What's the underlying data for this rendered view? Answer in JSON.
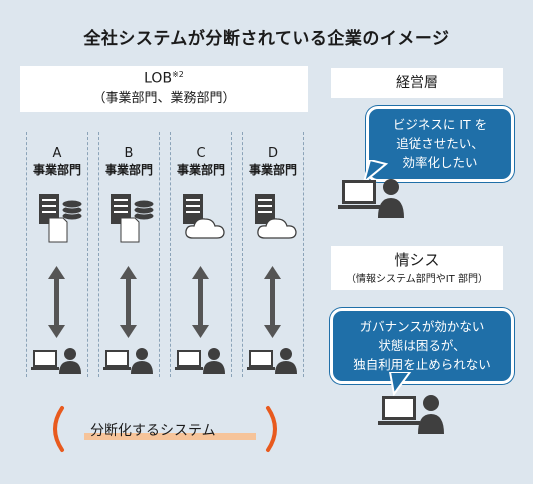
{
  "title": "全社システムが分断されている企業のイメージ",
  "lob": {
    "label": "LOB",
    "note_mark": "※2",
    "subtitle": "（事業部門、業務部門）"
  },
  "columns": [
    {
      "letter": "A",
      "name": "事業部門",
      "system": "server-database"
    },
    {
      "letter": "B",
      "name": "事業部門",
      "system": "server-database"
    },
    {
      "letter": "C",
      "name": "事業部門",
      "system": "server-cloud"
    },
    {
      "letter": "D",
      "name": "事業部門",
      "system": "server-cloud"
    }
  ],
  "management": {
    "label": "経営層",
    "bubble_lines": [
      "ビジネスに IT を",
      "追従させたい、",
      "効率化したい"
    ]
  },
  "it_dept": {
    "label": "情シス",
    "sublabel": "（情報システム部門やIT 部門）",
    "bubble_lines": [
      "ガバナンスが効かない",
      "状態は困るが、",
      "独自利用を止められない"
    ]
  },
  "footer": {
    "label": "分断化するシステム"
  },
  "colors": {
    "background": "#dde6ee",
    "bubble": "#1f6fa8",
    "bracket": "#e85a1e",
    "underline": "#f6c49a",
    "icon_dark": "#3f3f3f"
  }
}
